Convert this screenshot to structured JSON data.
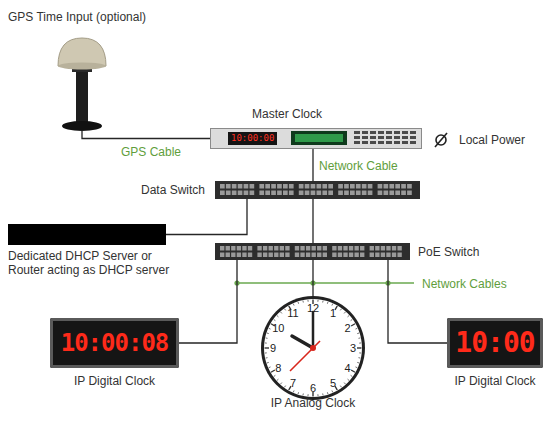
{
  "diagram": {
    "nodes": [
      {
        "text": [
          "GPS Time Input (optional)"
        ]
      },
      {
        "text": [
          "Master Clock",
          "10:00:00"
        ]
      },
      {
        "text": [
          "Data Switch"
        ]
      },
      {
        "text": [
          "Dedicated DHCP Server or Router acting as DHCP server"
        ]
      },
      {
        "text": [
          "PoE Switch"
        ]
      },
      {
        "text": [
          "10:00:08",
          "IP Digital Clock"
        ]
      },
      {
        "text": [
          "IP Analog Clock",
          "12",
          "1",
          "2",
          "3",
          "4",
          "5",
          "6",
          "7",
          "8",
          "9",
          "10",
          "11"
        ]
      },
      {
        "text": [
          "10:00",
          "IP Digital Clock"
        ]
      }
    ],
    "edges": [
      {
        "from": 0,
        "to": 1,
        "arrow": "none",
        "label": "GPS Cable"
      },
      {
        "from": 1,
        "to": 2,
        "arrow": "none",
        "label": "Network Cable"
      },
      {
        "from": 2,
        "to": 3,
        "arrow": "none"
      },
      {
        "from": 2,
        "to": 4,
        "arrow": "none"
      },
      {
        "from": 4,
        "to": 5,
        "arrow": "none"
      },
      {
        "from": 4,
        "to": 6,
        "arrow": "none"
      },
      {
        "from": 4,
        "to": 7,
        "arrow": "none"
      }
    ],
    "labels": [
      "Local Power",
      "Network Cables"
    ]
  }
}
